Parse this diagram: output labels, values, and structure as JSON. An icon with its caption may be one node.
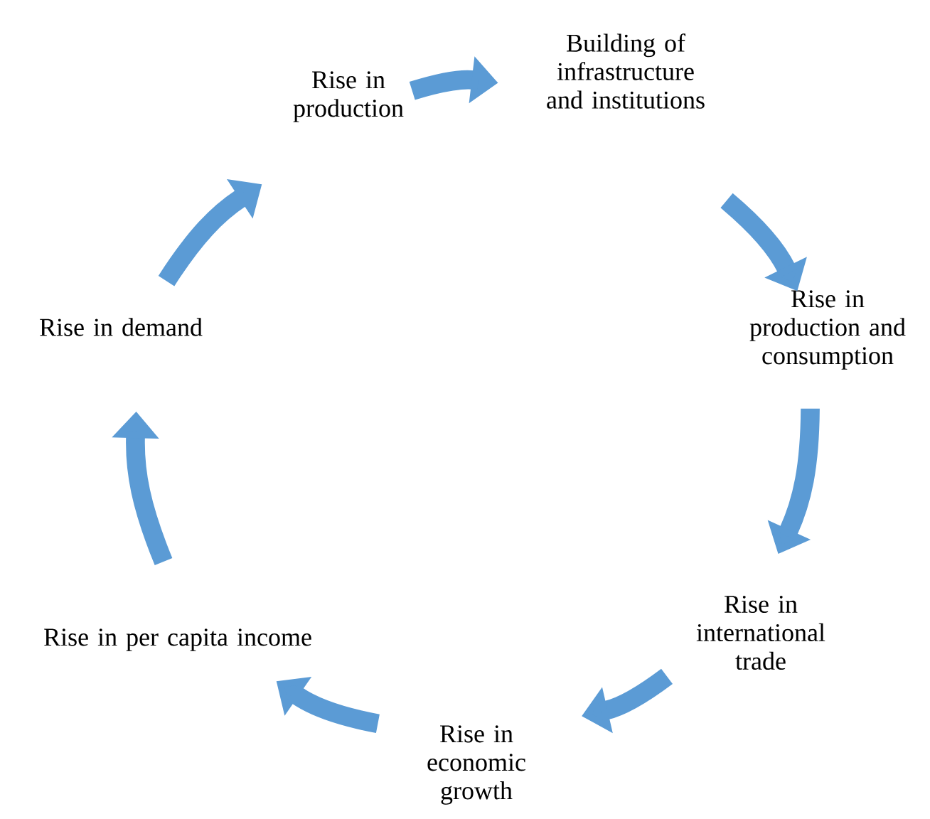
{
  "diagram": {
    "nodes": [
      {
        "text": [
          "Rise in production"
        ]
      },
      {
        "text": [
          "Building of infrastructure and institutions"
        ]
      },
      {
        "text": [
          "Rise in production and consumption"
        ]
      },
      {
        "text": [
          "Rise in international trade"
        ]
      },
      {
        "text": [
          "Rise in economic growth"
        ]
      },
      {
        "text": [
          "Rise in per capita income"
        ]
      },
      {
        "text": [
          "Rise in demand"
        ]
      }
    ],
    "edges": [
      {
        "from": 0,
        "to": 1,
        "arrow": "to"
      },
      {
        "from": 1,
        "to": 2,
        "arrow": "to"
      },
      {
        "from": 2,
        "to": 3,
        "arrow": "to"
      },
      {
        "from": 3,
        "to": 4,
        "arrow": "to"
      },
      {
        "from": 4,
        "to": 5,
        "arrow": "to"
      },
      {
        "from": 5,
        "to": 6,
        "arrow": "to"
      },
      {
        "from": 6,
        "to": 0,
        "arrow": "to"
      }
    ]
  }
}
